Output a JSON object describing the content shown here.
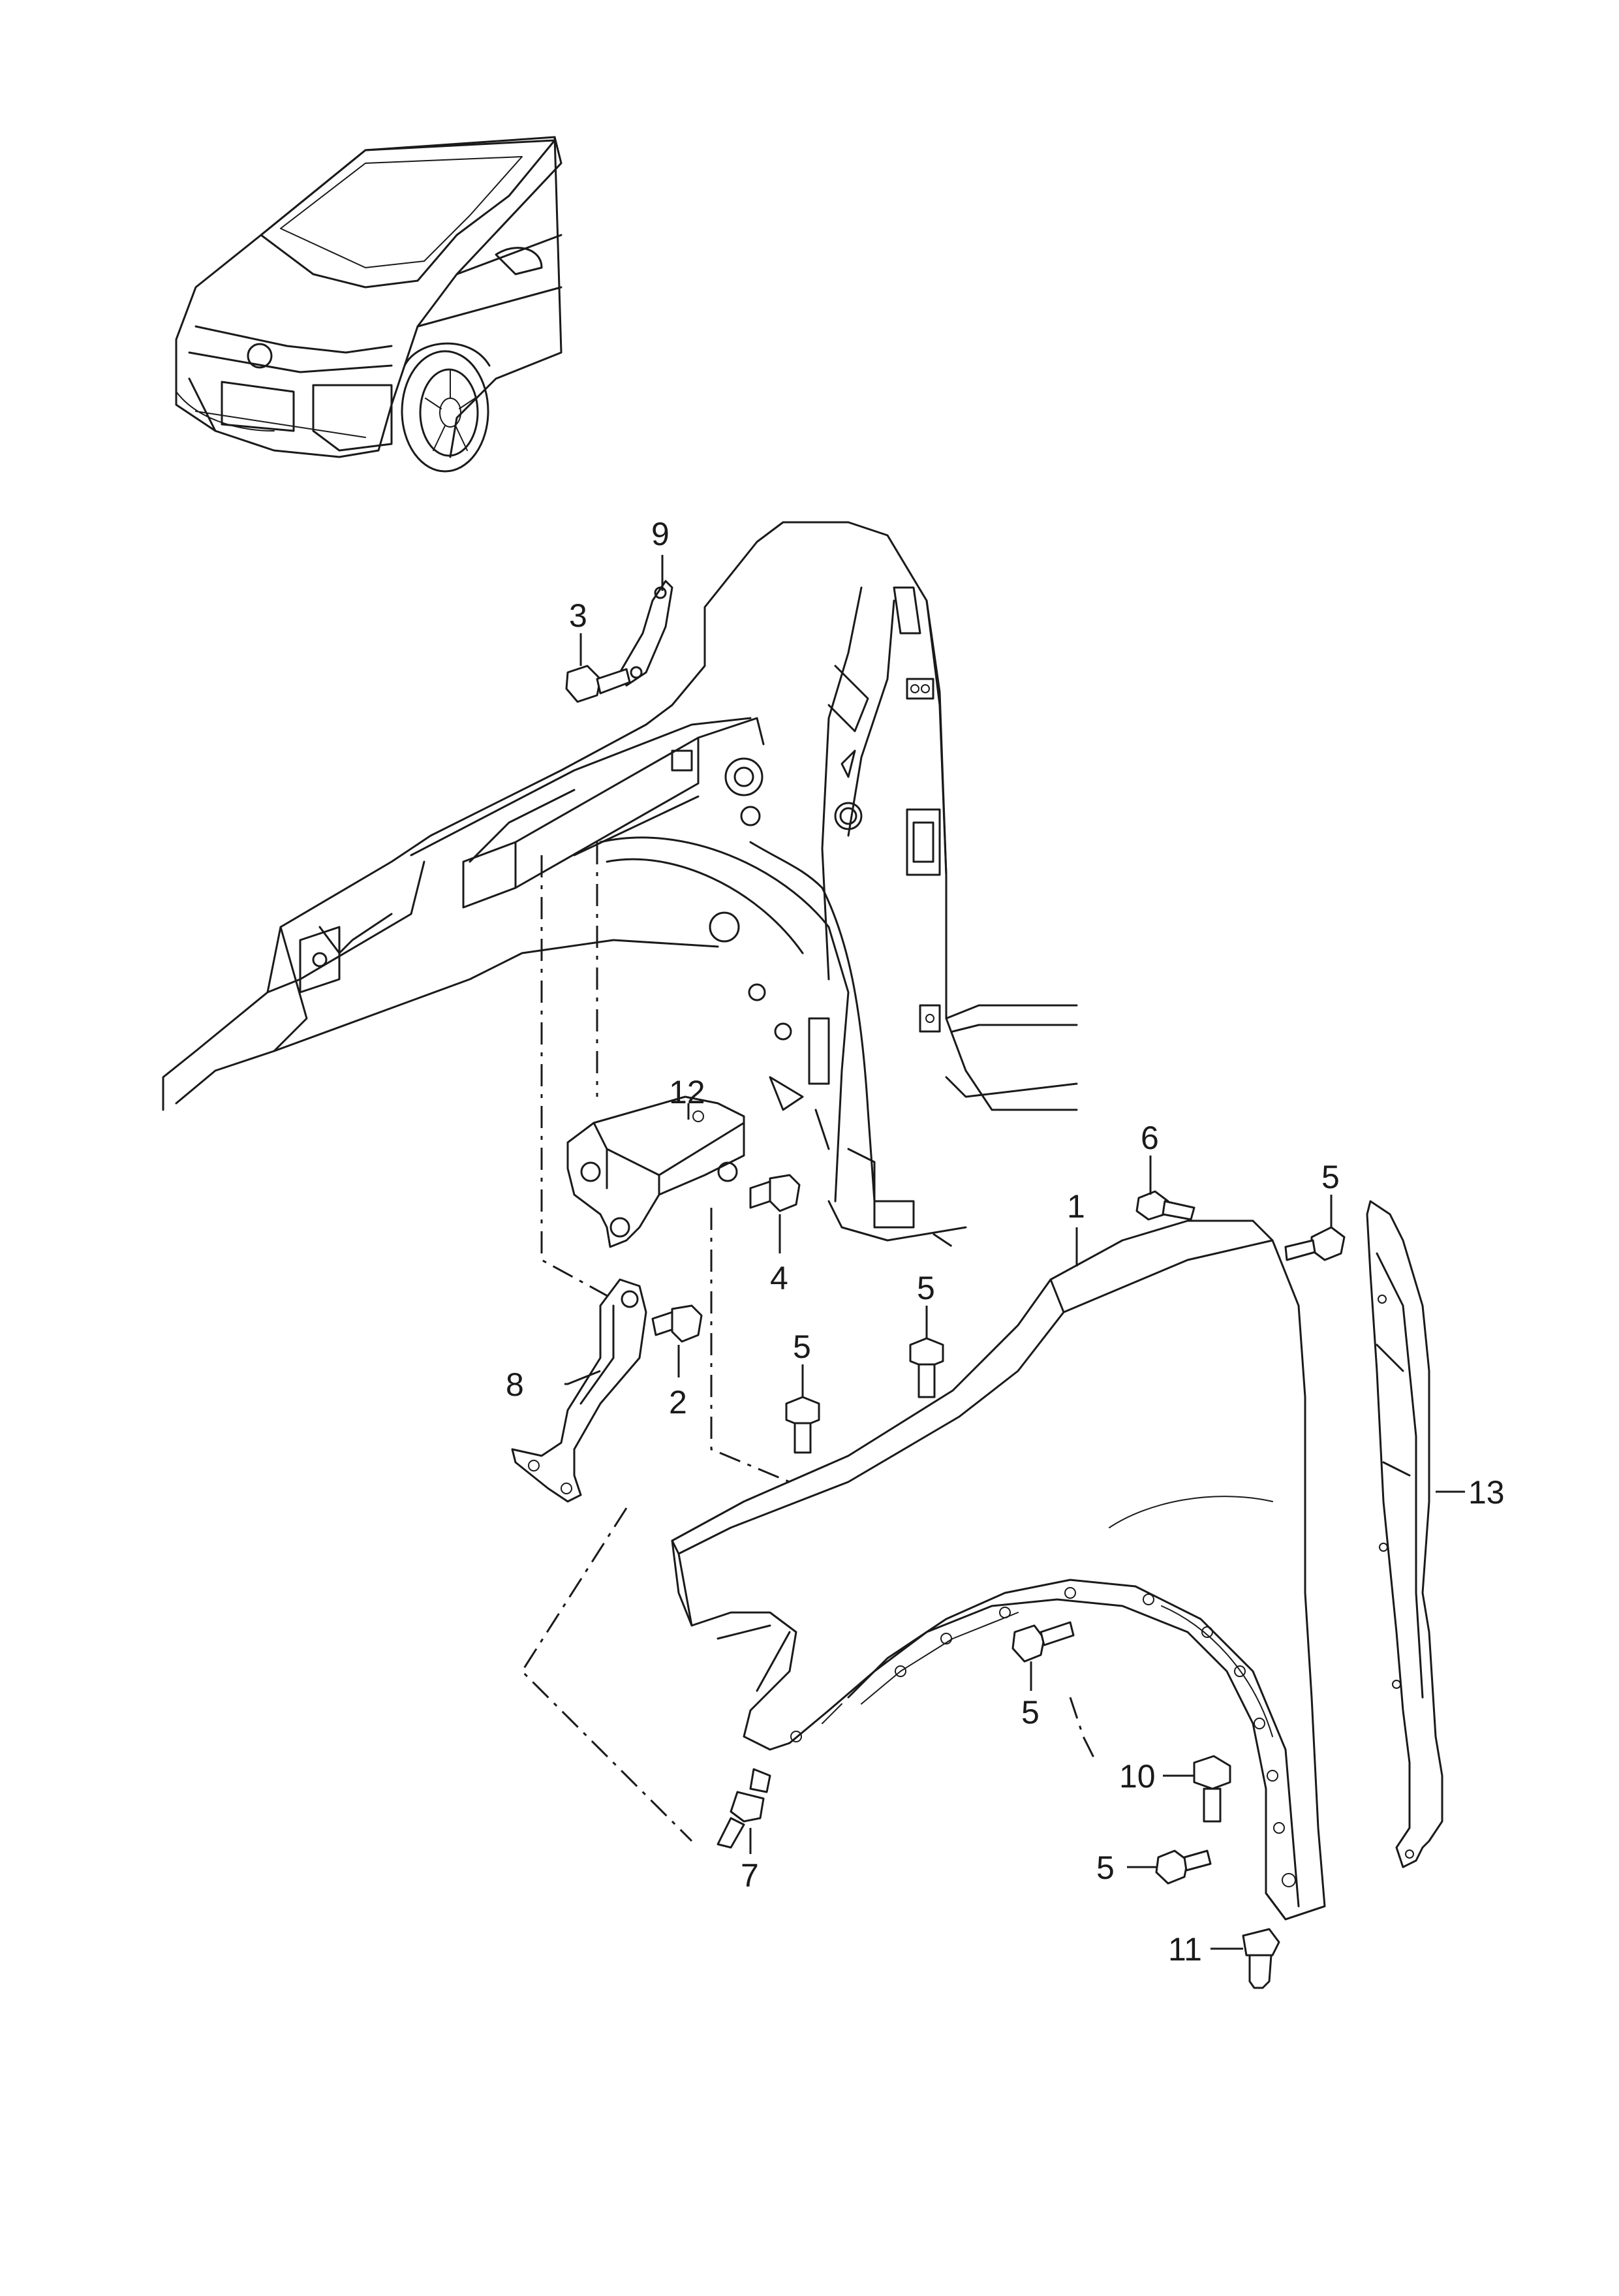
{
  "callouts": [
    {
      "id": "c1",
      "label": "1"
    },
    {
      "id": "c2",
      "label": "2"
    },
    {
      "id": "c3",
      "label": "3"
    },
    {
      "id": "c4",
      "label": "4"
    },
    {
      "id": "c5a",
      "label": "5"
    },
    {
      "id": "c5b",
      "label": "5"
    },
    {
      "id": "c5c",
      "label": "5"
    },
    {
      "id": "c5d",
      "label": "5"
    },
    {
      "id": "c5e",
      "label": "5"
    },
    {
      "id": "c6",
      "label": "6"
    },
    {
      "id": "c7",
      "label": "7"
    },
    {
      "id": "c8",
      "label": "8"
    },
    {
      "id": "c9",
      "label": "9"
    },
    {
      "id": "c10",
      "label": "10"
    },
    {
      "id": "c11",
      "label": "11"
    },
    {
      "id": "c12",
      "label": "12"
    },
    {
      "id": "c13",
      "label": "13"
    }
  ],
  "colors": {
    "line": "#1a1a1a",
    "background": "#ffffff"
  }
}
